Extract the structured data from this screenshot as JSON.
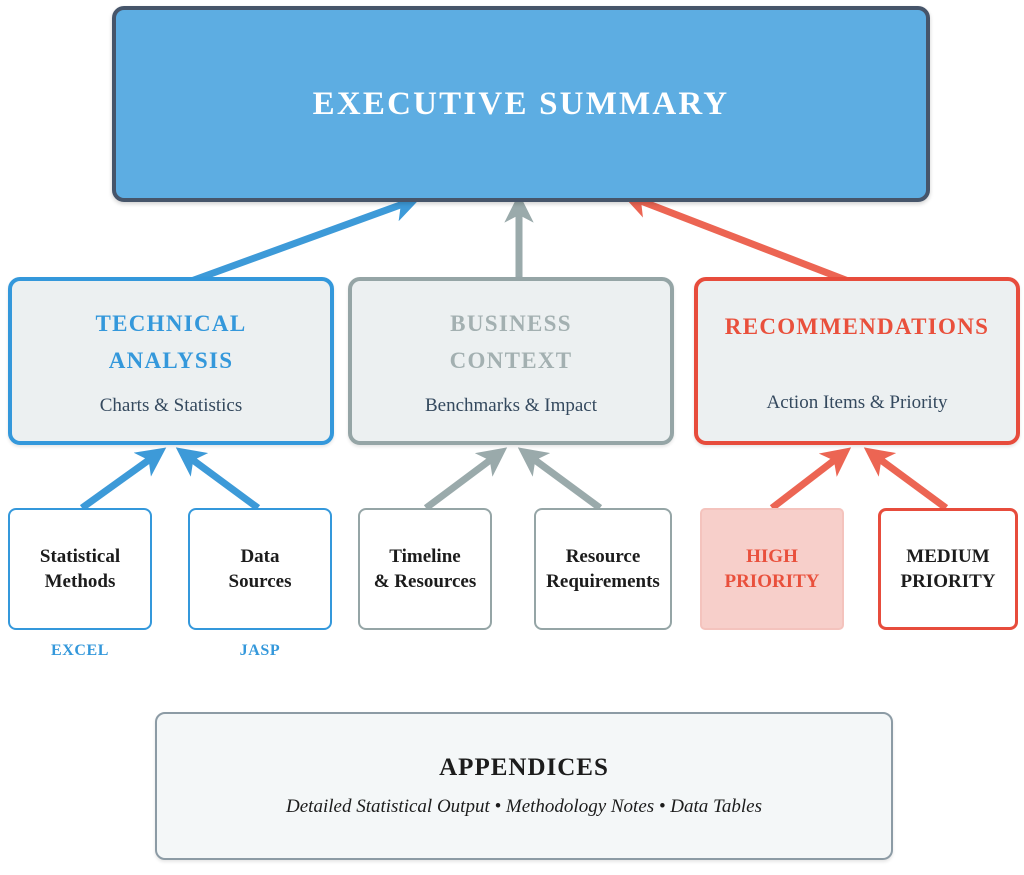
{
  "colors": {
    "blue": "#3498db",
    "blue_fill": "#5dade2",
    "gray": "#95a5a6",
    "red": "#e74c3c",
    "red_fill": "#f7cfca",
    "panel_fill": "#ecf0f1",
    "dark_border": "#46556a",
    "text_dark": "#34495e"
  },
  "exec_summary": {
    "title": "EXECUTIVE SUMMARY"
  },
  "tier2": [
    {
      "id": "technical-analysis",
      "title_line1": "TECHNICAL",
      "title_line2": "ANALYSIS",
      "subtitle": "Charts & Statistics",
      "color": "#3498db"
    },
    {
      "id": "business-context",
      "title_line1": "BUSINESS",
      "title_line2": "CONTEXT",
      "subtitle": "Benchmarks & Impact",
      "color": "#95a5a6"
    },
    {
      "id": "recommendations",
      "title_line1": "RECOMMENDATIONS",
      "title_line2": "",
      "subtitle": "Action Items & Priority",
      "color": "#e74c3c"
    }
  ],
  "leaves": [
    {
      "id": "statistical-methods",
      "line1": "Statistical",
      "line2": "Methods",
      "caption": "EXCEL"
    },
    {
      "id": "data-sources",
      "line1": "Data",
      "line2": "Sources",
      "caption": "JASP"
    },
    {
      "id": "timeline-resources",
      "line1": "Timeline",
      "line2": "& Resources",
      "caption": ""
    },
    {
      "id": "resource-requirements",
      "line1": "Resource",
      "line2": "Requirements",
      "caption": ""
    },
    {
      "id": "high-priority",
      "line1": "HIGH",
      "line2": "PRIORITY",
      "caption": ""
    },
    {
      "id": "medium-priority",
      "line1": "MEDIUM",
      "line2": "PRIORITY",
      "caption": ""
    }
  ],
  "appendices": {
    "title": "APPENDICES",
    "subtitle": "Detailed Statistical Output • Methodology Notes • Data Tables"
  }
}
